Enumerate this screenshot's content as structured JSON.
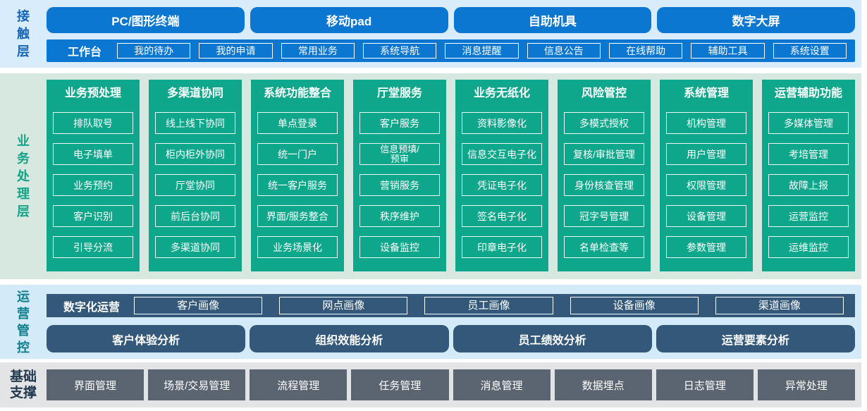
{
  "colors": {
    "terminal_blue": "#0b77d0",
    "business_green": "#0fa78c",
    "operation_slate": "#33587a",
    "foundation_gray": "#5b6571",
    "contact_strip_bg": "#d9ecfb",
    "business_strip_bg": "#d7e8e0",
    "operation_strip_bg": "#d3ebf8",
    "foundation_strip_bg": "#e2e4e6"
  },
  "layers": {
    "contact": {
      "label": "接触层",
      "terminals": [
        "PC/图形终端",
        "移动pad",
        "自助机具",
        "数字大屏"
      ],
      "workbench_label": "工作台",
      "workbench_items": [
        "我的待办",
        "我的申请",
        "常用业务",
        "系统导航",
        "消息提醒",
        "信息公告",
        "在线帮助",
        "辅助工具",
        "系统设置"
      ]
    },
    "business": {
      "label": "业务处理层",
      "columns": [
        {
          "title": "业务预处理",
          "items": [
            "排队取号",
            "电子填单",
            "业务预约",
            "客户识别",
            "引导分流"
          ]
        },
        {
          "title": "多渠道协同",
          "items": [
            "线上线下协同",
            "柜内柜外协同",
            "厅堂协同",
            "前后台协同",
            "多渠道协同"
          ]
        },
        {
          "title": "系统功能整合",
          "items": [
            "单点登录",
            "统一门户",
            "统一客户服务",
            "界面/服务整合",
            "业务场景化"
          ]
        },
        {
          "title": "厅堂服务",
          "items": [
            "客户服务",
            "信息预填/预审",
            "营销服务",
            "秩序维护",
            "设备监控"
          ]
        },
        {
          "title": "业务无纸化",
          "items": [
            "资料影像化",
            "信息交互电子化",
            "凭证电子化",
            "签名电子化",
            "印章电子化"
          ]
        },
        {
          "title": "风险管控",
          "items": [
            "多模式授权",
            "复核/审批管理",
            "身份核查管理",
            "冠字号管理",
            "名单检查等"
          ]
        },
        {
          "title": "系统管理",
          "items": [
            "机构管理",
            "用户管理",
            "权限管理",
            "设备管理",
            "参数管理"
          ]
        },
        {
          "title": "运营辅助功能",
          "items": [
            "多媒体管理",
            "考培管理",
            "故障上报",
            "运营监控",
            "运维监控"
          ]
        }
      ]
    },
    "operation": {
      "label": "运营管控",
      "digital_label": "数字化运营",
      "profiles": [
        "客户画像",
        "网点画像",
        "员工画像",
        "设备画像",
        "渠道画像"
      ],
      "analyses": [
        "客户体验分析",
        "组织效能分析",
        "员工绩效分析",
        "运营要素分析"
      ]
    },
    "foundation": {
      "label": "基础支撑",
      "items": [
        "界面管理",
        "场景/交易管理",
        "流程管理",
        "任务管理",
        "消息管理",
        "数据埋点",
        "日志管理",
        "异常处理"
      ]
    }
  }
}
